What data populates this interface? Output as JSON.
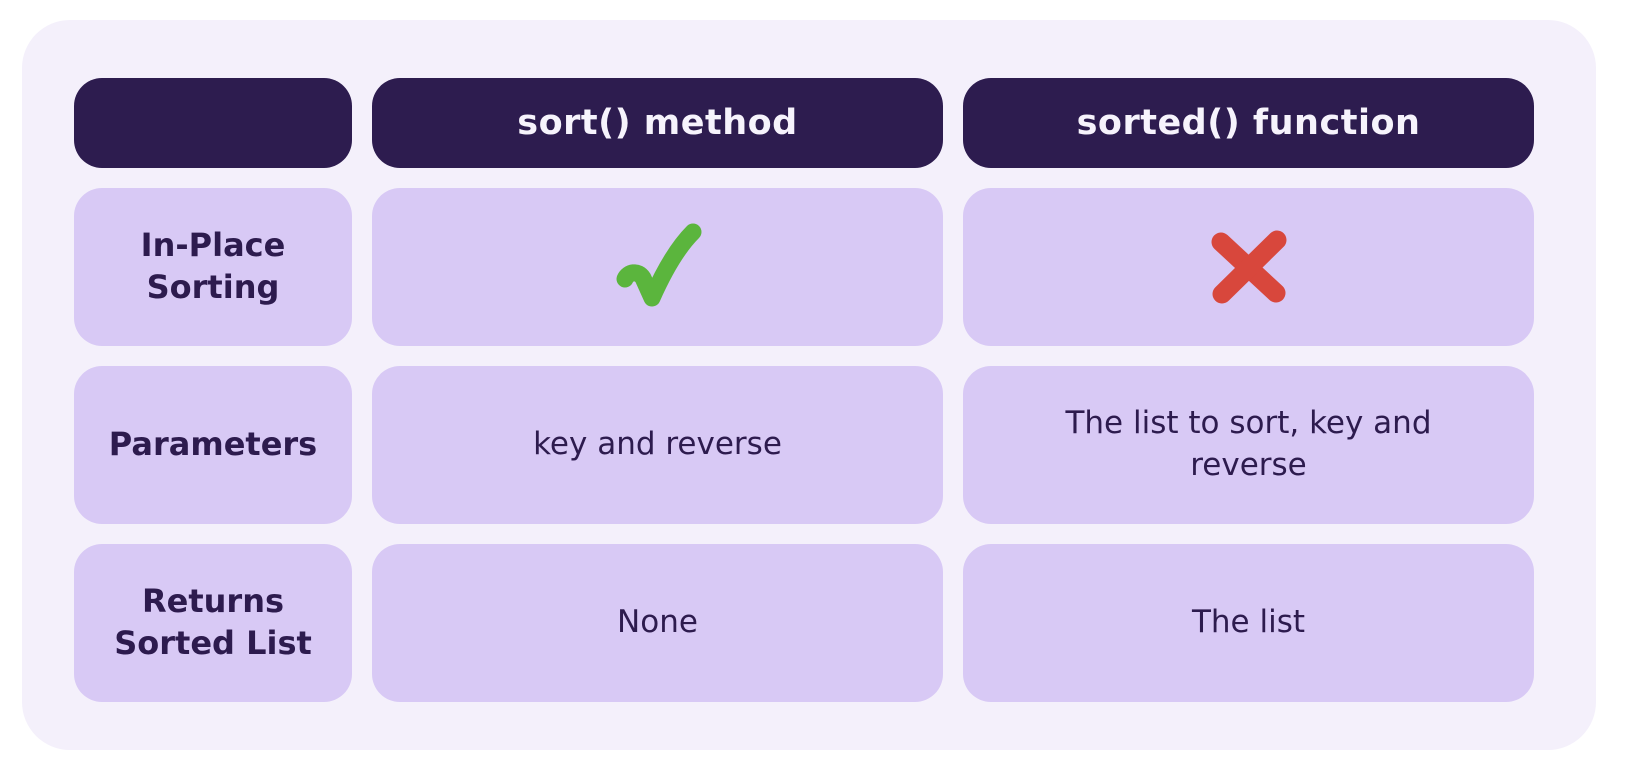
{
  "chart_data": {
    "type": "table",
    "title": "sort() method vs sorted() function comparison",
    "columns": [
      "",
      "sort() method",
      "sorted() function"
    ],
    "rows": [
      [
        "In-Place Sorting",
        "yes (check)",
        "no (cross)"
      ],
      [
        "Parameters",
        "key and reverse",
        "The list to sort, key and reverse"
      ],
      [
        "Returns Sorted List",
        "None",
        "The list"
      ]
    ]
  },
  "table": {
    "headers": [
      "",
      "sort() method",
      "sorted() function"
    ],
    "rows": [
      {
        "label": "In-Place Sorting",
        "sort_method": {
          "icon": "check-icon",
          "meaning": "yes"
        },
        "sorted_function": {
          "icon": "cross-icon",
          "meaning": "no"
        }
      },
      {
        "label": "Parameters",
        "sort_method": {
          "text": "key and reverse"
        },
        "sorted_function": {
          "text": "The list to sort, key and reverse"
        }
      },
      {
        "label": "Returns Sorted List",
        "sort_method": {
          "text": "None"
        },
        "sorted_function": {
          "text": "The list"
        }
      }
    ]
  },
  "colors": {
    "page_bg": "#ffffff",
    "card_bg": "#f4f0fb",
    "header_bg": "#2d1c4f",
    "header_text": "#f6f3fc",
    "cell_bg": "#d8c9f5",
    "cell_text": "#2d1b4e",
    "check_green": "#5bb53d",
    "cross_red": "#d8473c"
  }
}
